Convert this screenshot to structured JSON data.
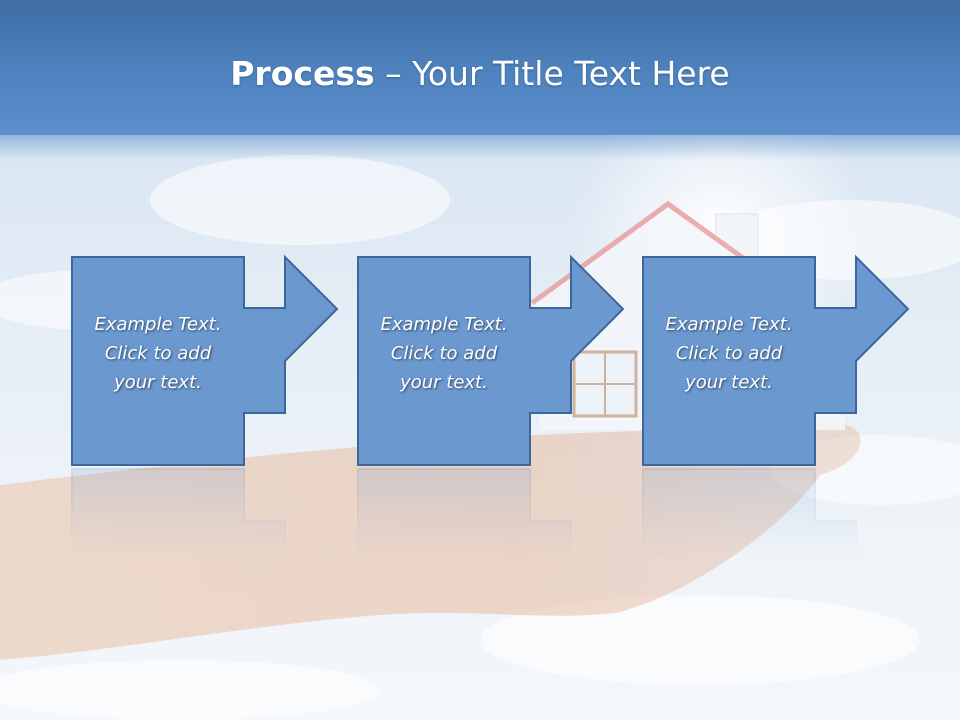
{
  "slide": {
    "title_bold": "Process",
    "title_rest": " – Your Title Text Here"
  },
  "steps": [
    {
      "text": "Example Text.\nClick  to add\nyour text."
    },
    {
      "text": "Example Text.\nClick  to add\nyour text."
    },
    {
      "text": "Example Text.\nClick  to add\nyour text."
    }
  ],
  "colors": {
    "header": "#4f83bf",
    "shape_fill": "#6a98cf",
    "shape_stroke": "#3c679b",
    "roof": "#e89a9a",
    "hand": "#e7b79a"
  }
}
